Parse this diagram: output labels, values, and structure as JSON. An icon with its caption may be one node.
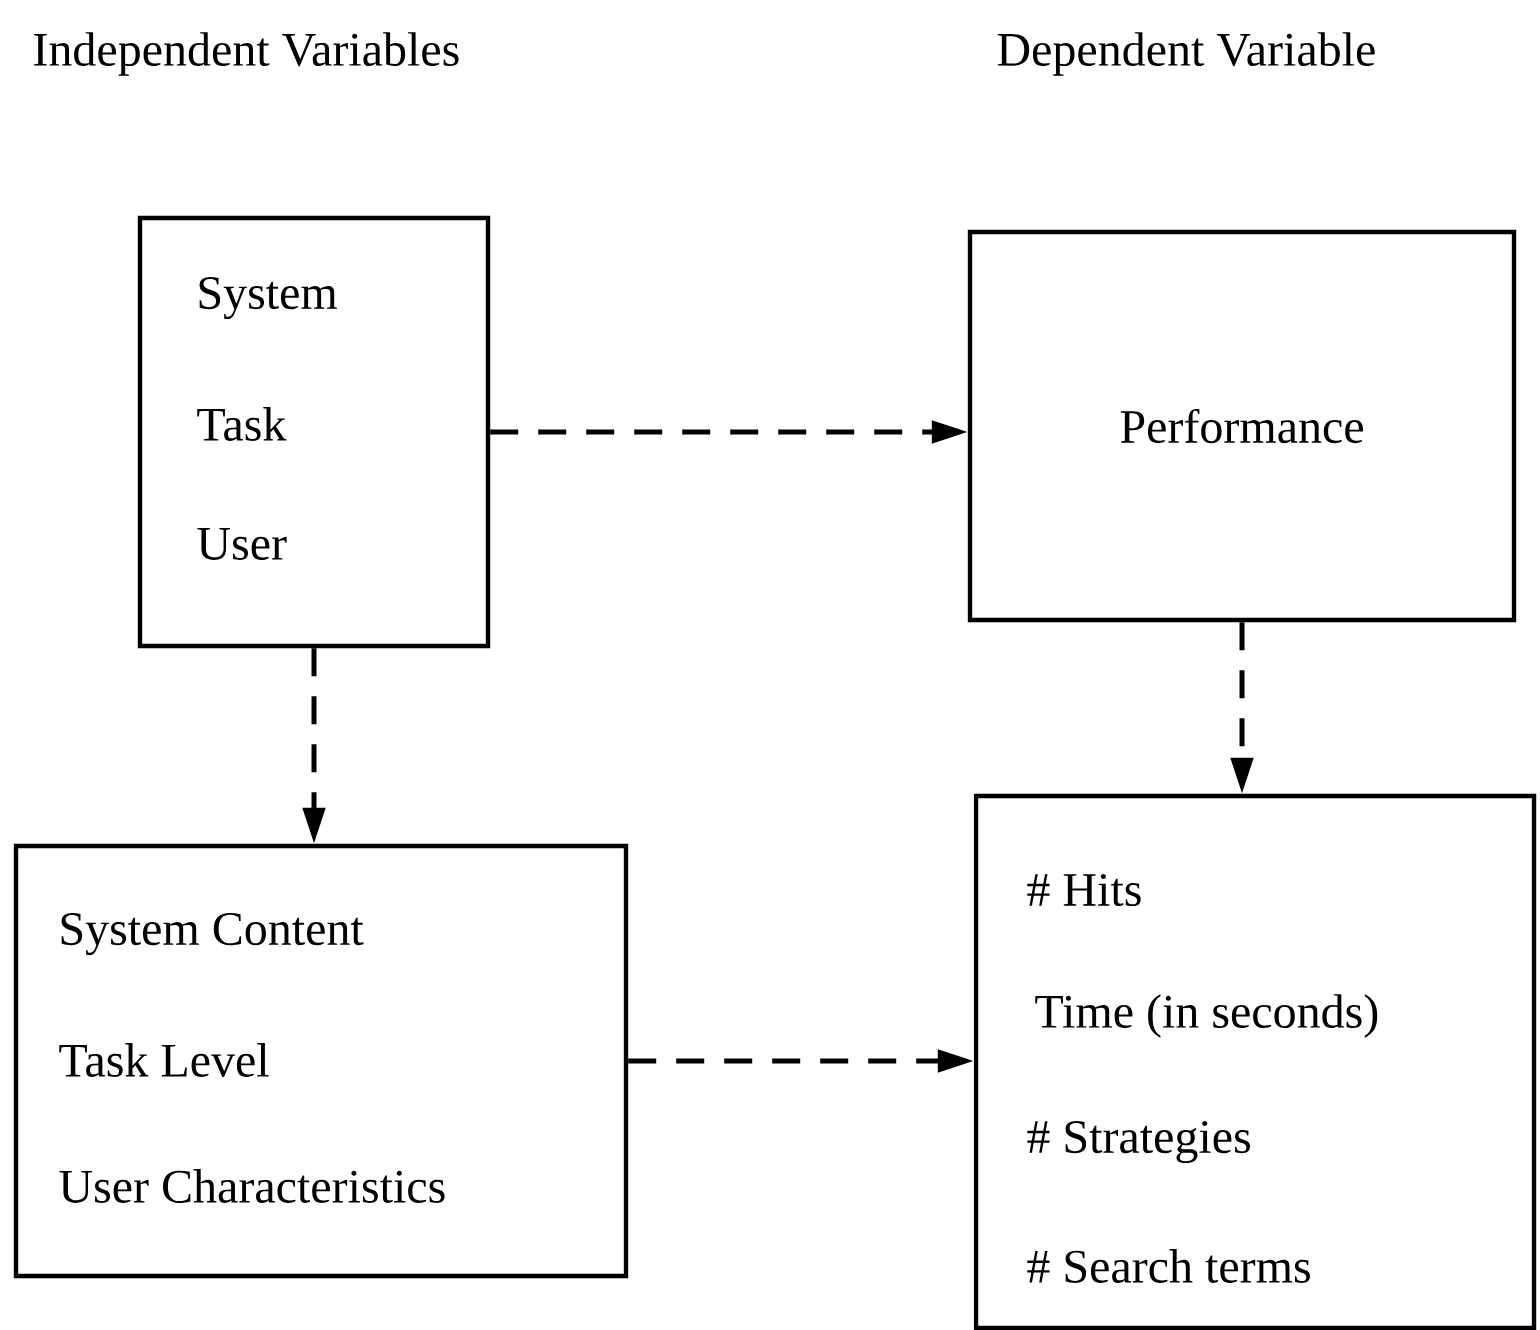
{
  "diagram": {
    "nodes": [
      {
        "text": [
          "System",
          "Task",
          "User"
        ]
      },
      {
        "text": [
          "Performance"
        ]
      },
      {
        "text": [
          "System Content",
          "Task Level",
          "User Characteristics"
        ]
      },
      {
        "text": [
          "# Hits",
          "Time (in seconds)",
          "# Strategies",
          "# Search terms"
        ]
      }
    ],
    "edges": [
      {
        "from": 0,
        "to": 1,
        "arrow": "to",
        "style": "dashed"
      },
      {
        "from": 0,
        "to": 2,
        "arrow": "to",
        "style": "dashed"
      },
      {
        "from": 1,
        "to": 3,
        "arrow": "to",
        "style": "dashed"
      },
      {
        "from": 2,
        "to": 3,
        "arrow": "to",
        "style": "dashed"
      }
    ],
    "labels": [
      "Independent Variables",
      "Dependent Variable"
    ]
  }
}
